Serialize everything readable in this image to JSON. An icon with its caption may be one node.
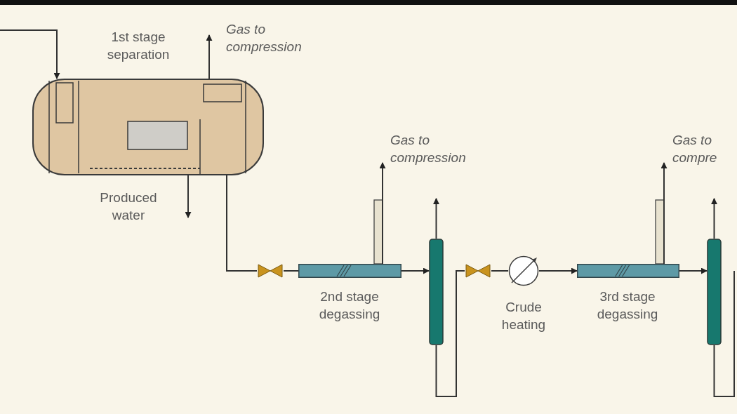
{
  "diagram": {
    "nodes": [
      {
        "text": [],
        "shape": "cylinder",
        "beside": [
          "1st stage separation"
        ]
      },
      {
        "text": [
          "Gas to compression"
        ]
      },
      {
        "text": [
          "Produced water"
        ]
      },
      {
        "text": [],
        "shape": "valve"
      },
      {
        "text": [],
        "shape": "bar",
        "beside": [
          "2nd stage degassing"
        ]
      },
      {
        "text": [
          "Gas to compression"
        ]
      },
      {
        "text": [],
        "shape": "cylinder"
      },
      {
        "text": [],
        "shape": "valve"
      },
      {
        "text": [],
        "shape": "circle",
        "beside": [
          "Crude heating"
        ]
      },
      {
        "text": [],
        "shape": "bar",
        "beside": [
          "3rd stage degassing"
        ]
      },
      {
        "text": [
          "Gas to compre"
        ]
      },
      {
        "text": [],
        "shape": "cylinder"
      }
    ],
    "edges": [
      {
        "from": null,
        "to": 0,
        "arrow": "to"
      },
      {
        "from": 0,
        "to": 1,
        "arrow": "to"
      },
      {
        "from": 0,
        "to": 2,
        "arrow": "to"
      },
      {
        "from": 0,
        "to": 3,
        "arrow": "none"
      },
      {
        "from": 3,
        "to": 4,
        "arrow": "none"
      },
      {
        "from": 4,
        "to": 5,
        "arrow": "to"
      },
      {
        "from": 4,
        "to": 6,
        "arrow": "to"
      },
      {
        "from": 6,
        "to": null,
        "arrow": "to"
      },
      {
        "from": 6,
        "to": 7,
        "arrow": "none"
      },
      {
        "from": 7,
        "to": 8,
        "arrow": "none"
      },
      {
        "from": 8,
        "to": 9,
        "arrow": "to"
      },
      {
        "from": 9,
        "to": 10,
        "arrow": "to"
      },
      {
        "from": 9,
        "to": 11,
        "arrow": "to"
      },
      {
        "from": 11,
        "to": null,
        "arrow": "to"
      },
      {
        "from": 11,
        "to": null,
        "arrow": "none"
      }
    ]
  }
}
